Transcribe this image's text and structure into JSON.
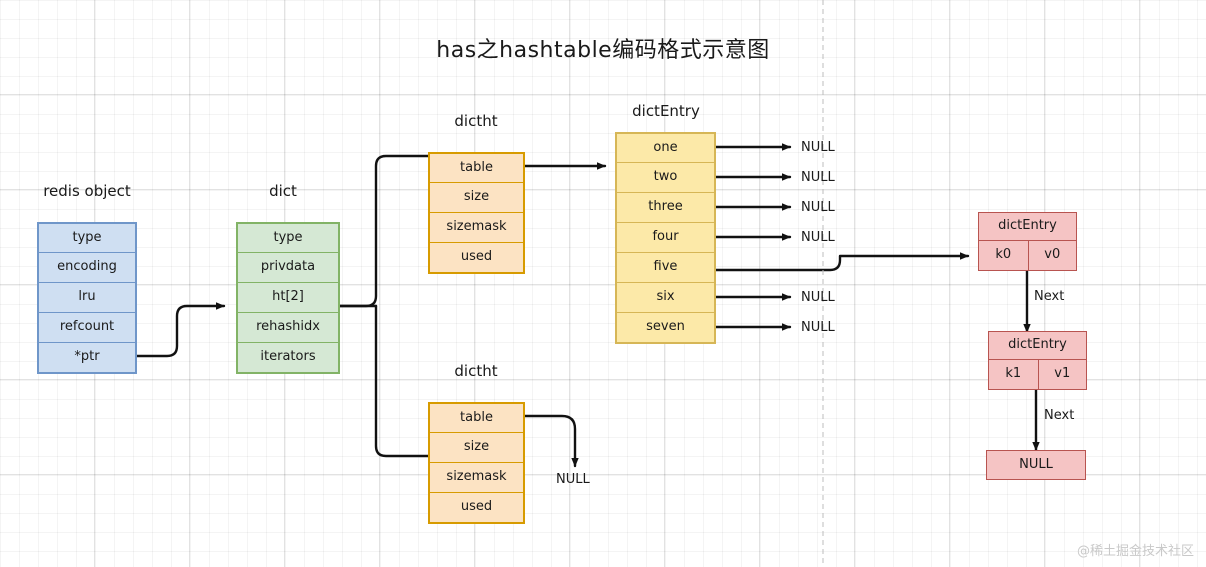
{
  "diagram": {
    "title": "has之hashtable编码格式示意图",
    "watermark": "@稀土掘金技术社区",
    "groups": {
      "redis_object": {
        "label": "redis object",
        "fields": [
          "type",
          "encoding",
          "lru",
          "refcount",
          "*ptr"
        ],
        "fill": "#cfdff2",
        "stroke": "#6f96c9"
      },
      "dict": {
        "label": "dict",
        "fields": [
          "type",
          "privdata",
          "ht[2]",
          "rehashidx",
          "iterators"
        ],
        "fill": "#d5e8d4",
        "stroke": "#82b366"
      },
      "dictht_top": {
        "label": "dictht",
        "fields": [
          "table",
          "size",
          "sizemask",
          "used"
        ],
        "fill": "#fce3c3",
        "stroke": "#d79b00"
      },
      "dictht_bottom": {
        "label": "dictht",
        "fields": [
          "table",
          "size",
          "sizemask",
          "used"
        ],
        "fill": "#fce3c3",
        "stroke": "#d79b00"
      },
      "dict_entry_table": {
        "label": "dictEntry",
        "buckets": [
          "one",
          "two",
          "three",
          "four",
          "five",
          "six",
          "seven"
        ],
        "fill": "#fce9a8",
        "stroke": "#d6b656"
      },
      "chain": {
        "fill": "#f5c4c4",
        "stroke": "#b85450",
        "nodes": [
          {
            "header": "dictEntry",
            "key": "k0",
            "value": "v0"
          },
          {
            "header": "dictEntry",
            "key": "k1",
            "value": "v1"
          }
        ],
        "terminator": "NULL",
        "next_labels": [
          "Next",
          "Next"
        ]
      }
    },
    "null_labels": {
      "bucket_one": "NULL",
      "bucket_two": "NULL",
      "bucket_three": "NULL",
      "bucket_four": "NULL",
      "bucket_six": "NULL",
      "bucket_seven": "NULL",
      "dictht_bottom_table": "NULL"
    }
  }
}
